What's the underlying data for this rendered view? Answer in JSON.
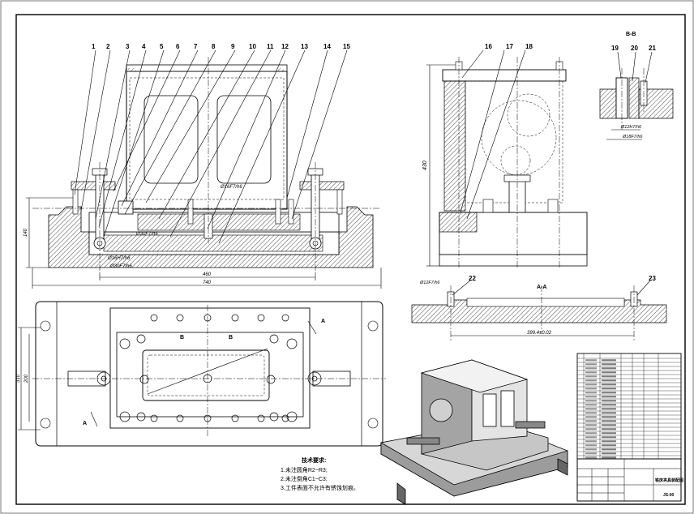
{
  "balloons": {
    "front": [
      "1",
      "2",
      "3",
      "4",
      "5",
      "6",
      "7",
      "8",
      "9",
      "10",
      "11",
      "12",
      "13",
      "14",
      "15"
    ],
    "side": [
      "16",
      "17",
      "18"
    ],
    "bb": [
      "19",
      "20",
      "21"
    ],
    "aa_left": "22",
    "aa_right": "23"
  },
  "dims": {
    "front_fit_1": "Ø16F7/h6",
    "front_fit_2": "Ø30F7/h6",
    "front_fit_3": "Ø16H7/h6",
    "front_fit_4": "Ø30F7/h6",
    "front_h": "140",
    "front_w1": "460",
    "front_w2": "740",
    "side_h": "430",
    "bb_fit_1": "Ø12H7/h6",
    "bb_fit_2": "Ø18F7/h6",
    "aa_fit": "Ø12F7/h6",
    "aa_w": "399.4±0.02",
    "plan_h1": "310",
    "plan_h2": "200"
  },
  "section_labels": {
    "bb": "B-B",
    "aa": "A-A",
    "plan_a1": "A",
    "plan_a2": "A",
    "plan_b1": "B",
    "plan_b2": "B"
  },
  "notes": {
    "title": "技术要求:",
    "lines": [
      "1.未注圆角R2~R3;",
      "2.未注倒角C1~C3;",
      "3.工件表面不允许有锈蚀划痕。"
    ]
  },
  "title_block": {
    "name": "铣床夹具装配图",
    "code": "JS-00"
  }
}
